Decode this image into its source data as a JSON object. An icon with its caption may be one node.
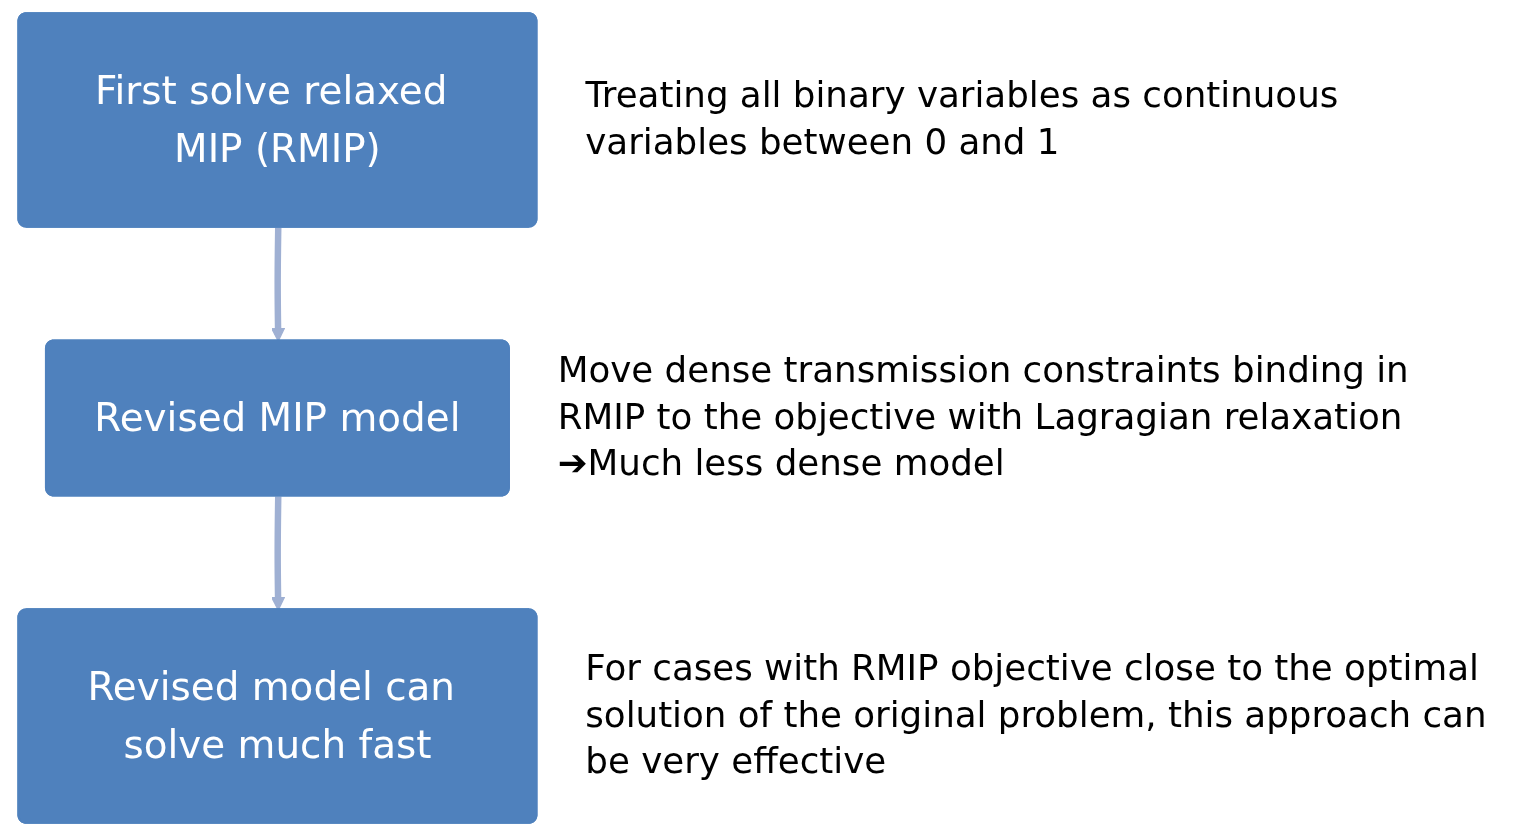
{
  "diagram": {
    "nodes": [
      {
        "text": [
          "First solve relaxed MIP (RMIP)"
        ],
        "beside": [
          "Treating all binary variables as continuous variables between 0 and 1"
        ]
      },
      {
        "text": [
          "Revised MIP model"
        ],
        "beside": [
          "Move dense transmission constraints binding in RMIP to the objective with Lagragian relaxation ➔Much less dense model"
        ]
      },
      {
        "text": [
          "Revised model can solve much fast"
        ],
        "beside": [
          "For cases with RMIP objective close to the optimal solution of the original problem, this approach can be very effective"
        ]
      }
    ],
    "edges": [
      {
        "from": 0,
        "to": 1,
        "arrow": "to"
      },
      {
        "from": 1,
        "to": 2,
        "arrow": "to"
      }
    ]
  }
}
